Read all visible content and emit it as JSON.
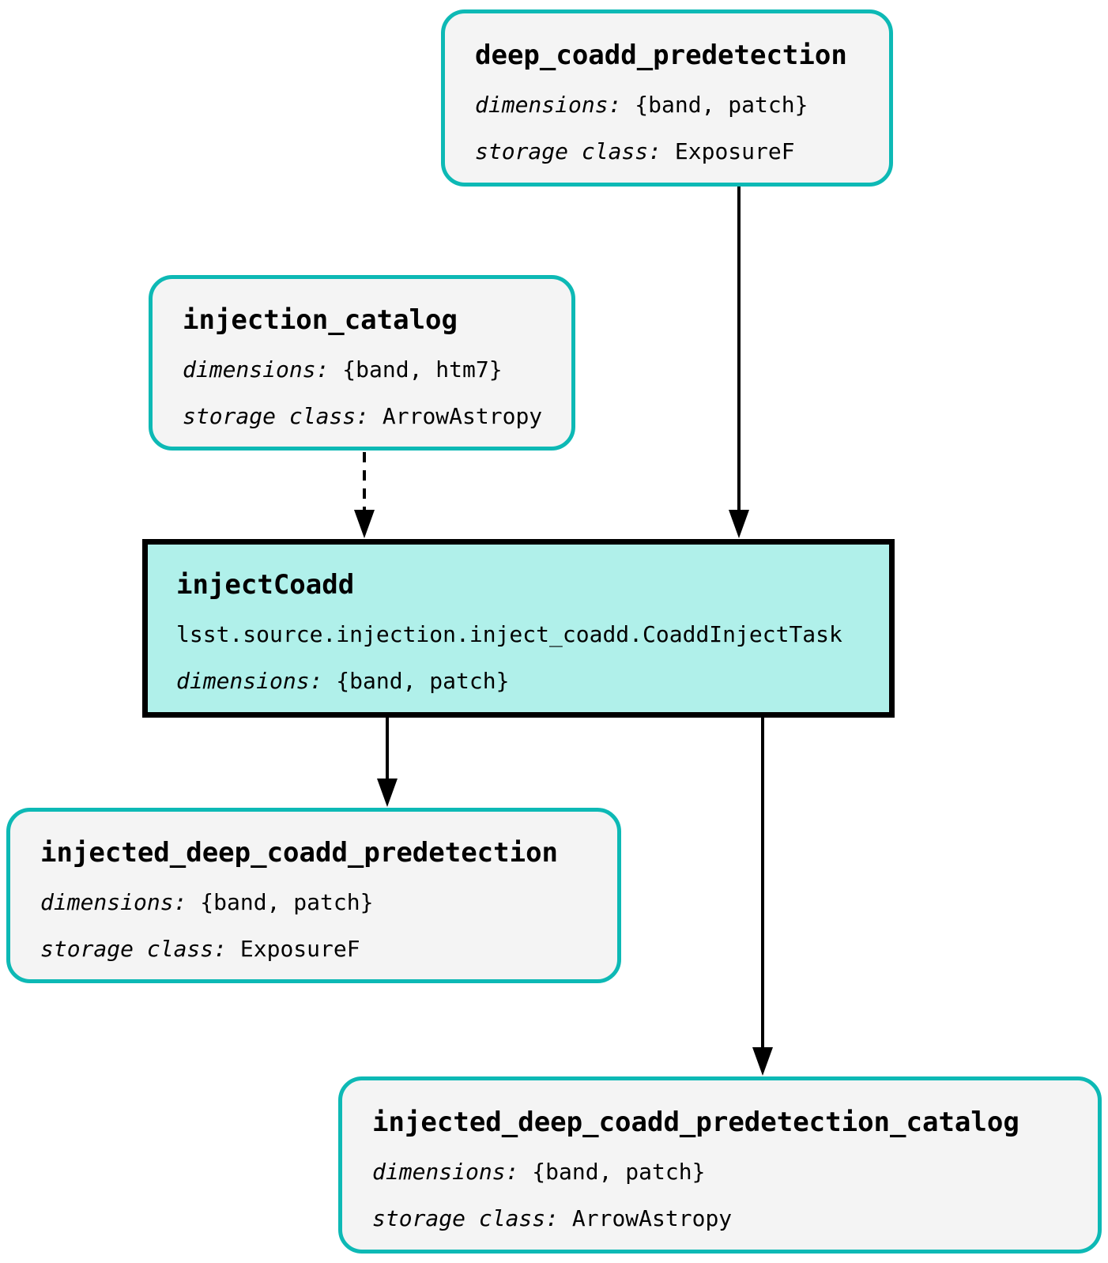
{
  "diagram": {
    "type": "pipeline-task-graph",
    "colors": {
      "teal": "#0db9b5",
      "dataset_fill": "#f4f4f4",
      "task_fill": "#b0f0ea",
      "task_border": "#000000",
      "edge": "#000000",
      "text": "#000000",
      "bg": "#ffffff"
    },
    "nodes": {
      "deep_coadd_predetection": {
        "title": "deep_coadd_predetection",
        "dimensions_label": "dimensions:",
        "dimensions": "{band, patch}",
        "storage_label": "storage class:",
        "storage_class": "ExposureF"
      },
      "injection_catalog": {
        "title": "injection_catalog",
        "dimensions_label": "dimensions:",
        "dimensions": "{band, htm7}",
        "storage_label": "storage class:",
        "storage_class": "ArrowAstropy"
      },
      "injectCoadd": {
        "title": "injectCoadd",
        "task_class": "lsst.source.injection.inject_coadd.CoaddInjectTask",
        "dimensions_label": "dimensions:",
        "dimensions": "{band, patch}"
      },
      "injected_deep_coadd_predetection": {
        "title": "injected_deep_coadd_predetection",
        "dimensions_label": "dimensions:",
        "dimensions": "{band, patch}",
        "storage_label": "storage class:",
        "storage_class": "ExposureF"
      },
      "injected_deep_coadd_predetection_catalog": {
        "title": "injected_deep_coadd_predetection_catalog",
        "dimensions_label": "dimensions:",
        "dimensions": "{band, patch}",
        "storage_label": "storage class:",
        "storage_class": "ArrowAstropy"
      }
    },
    "edges": [
      {
        "from": "deep_coadd_predetection",
        "to": "injectCoadd",
        "style": "solid"
      },
      {
        "from": "injection_catalog",
        "to": "injectCoadd",
        "style": "dashed"
      },
      {
        "from": "injectCoadd",
        "to": "injected_deep_coadd_predetection",
        "style": "solid"
      },
      {
        "from": "injectCoadd",
        "to": "injected_deep_coadd_predetection_catalog",
        "style": "solid"
      }
    ]
  }
}
